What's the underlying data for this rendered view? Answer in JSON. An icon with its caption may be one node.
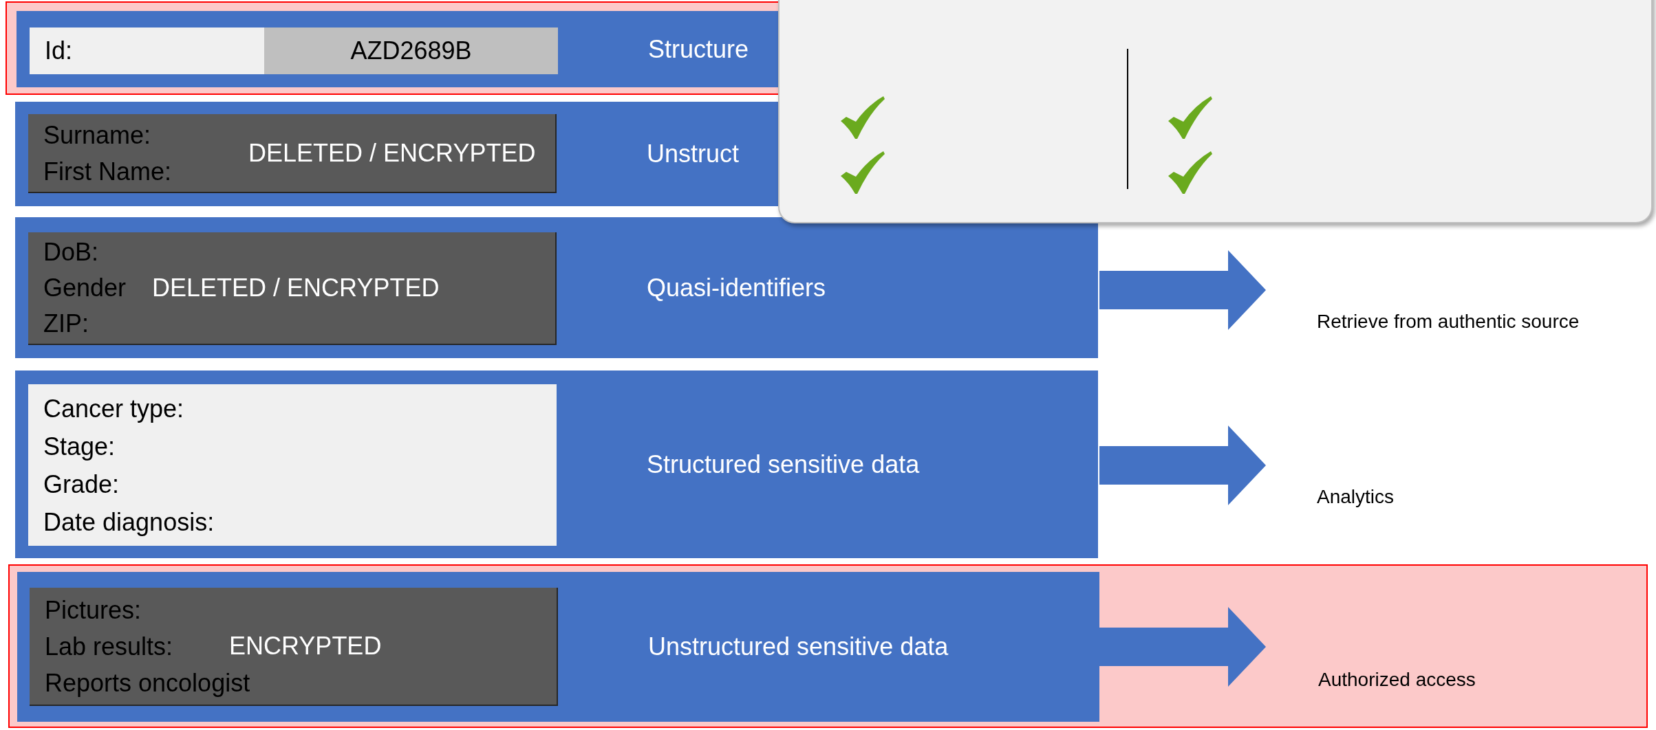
{
  "diagram": {
    "nodes": [
      {
        "text": [],
        "shape": "box"
      },
      {
        "text": [
          "Structure"
        ],
        "in": 0
      },
      {
        "text": [
          "Id:",
          "AZD2689B"
        ],
        "in": 1
      },
      {
        "text": [
          "Unstruct"
        ]
      },
      {
        "text": [
          "Surname:",
          "First Name:",
          "DELETED / ENCRYPTED"
        ],
        "in": 3
      },
      {
        "text": [
          "Quasi-identifiers"
        ]
      },
      {
        "text": [
          "DoB:",
          "Gender",
          "ZIP:",
          "DELETED / ENCRYPTED"
        ],
        "in": 5
      },
      {
        "text": [
          "Structured sensitive data"
        ]
      },
      {
        "text": [
          "Cancer type:",
          "Stage:",
          "Grade:",
          "Date diagnosis:"
        ],
        "in": 7
      },
      {
        "text": [],
        "shape": "box"
      },
      {
        "text": [
          "Unstructured sensitive data"
        ],
        "in": 9
      },
      {
        "text": [
          "Pictures:",
          "Lab results:",
          "Reports oncologist",
          "ENCRYPTED"
        ],
        "in": 10
      },
      {
        "text": [],
        "shape": "box"
      },
      {
        "text": [
          "Retrieve from authentic source"
        ]
      },
      {
        "text": [
          "Analytics"
        ]
      },
      {
        "text": [
          "Authorized access"
        ],
        "in": 9
      }
    ],
    "edges": [
      {
        "from": 5,
        "to": 13,
        "arrow": "to",
        "style": "thick"
      },
      {
        "from": 7,
        "to": 14,
        "arrow": "to",
        "style": "thick"
      },
      {
        "from": 10,
        "to": 15,
        "arrow": "to",
        "style": "thick"
      }
    ]
  }
}
